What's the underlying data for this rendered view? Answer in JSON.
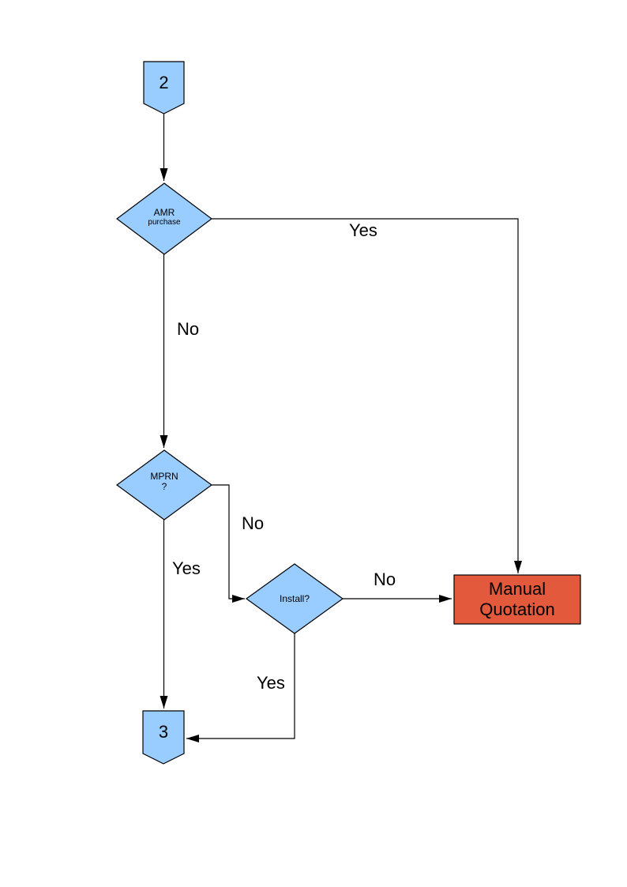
{
  "colors": {
    "background": "#ffffff",
    "node_fill": "#99ccff",
    "node_border": "#000000",
    "terminal_fill": "#e2593c",
    "line": "#000000",
    "text": "#000000"
  },
  "nodes": {
    "connector_in": {
      "type": "off-page-connector",
      "label": "2"
    },
    "amr": {
      "type": "decision",
      "line1": "AMR",
      "line2": "purchase"
    },
    "mprn": {
      "type": "decision",
      "line1": "MPRN",
      "line2": "?"
    },
    "install": {
      "type": "decision",
      "label": "Install?"
    },
    "manual_quotation": {
      "type": "process",
      "line1": "Manual",
      "line2": "Quotation"
    },
    "connector_out": {
      "type": "off-page-connector",
      "label": "3"
    }
  },
  "edge_labels": {
    "amr_yes": "Yes",
    "amr_no": "No",
    "mprn_no": "No",
    "mprn_yes": "Yes",
    "install_no": "No",
    "install_yes": "Yes"
  }
}
